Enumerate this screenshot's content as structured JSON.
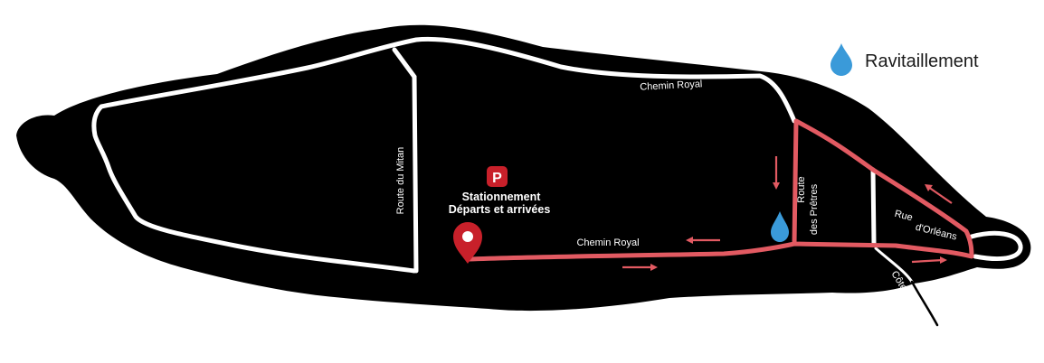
{
  "legend": {
    "label": "Ravitaillement",
    "icon": "water-drop-icon",
    "icon_color": "#3a9ad9"
  },
  "parking": {
    "icon": "parking-icon",
    "letter": "P",
    "title": "Stationnement",
    "subtitle": "Départs et arrivées",
    "icon_color": "#c8202a"
  },
  "start_marker": {
    "icon": "map-pin-icon",
    "color": "#c8202a"
  },
  "roads": {
    "chemin_royal_north": "Chemin Royal",
    "chemin_royal_south": "Chemin Royal",
    "route_du_mitan": "Route du Mitan",
    "route_des_pretres_line1": "Route",
    "route_des_pretres_line2": "des Prêtres",
    "rue_dorleans_line1": "Rue",
    "rue_dorleans_line2": "d'Orléans",
    "cote_du_pont": "Côte du Pont"
  },
  "colors": {
    "island": "#000000",
    "road": "#ffffff",
    "route": "#e25a62",
    "arrow": "#e25a62"
  }
}
